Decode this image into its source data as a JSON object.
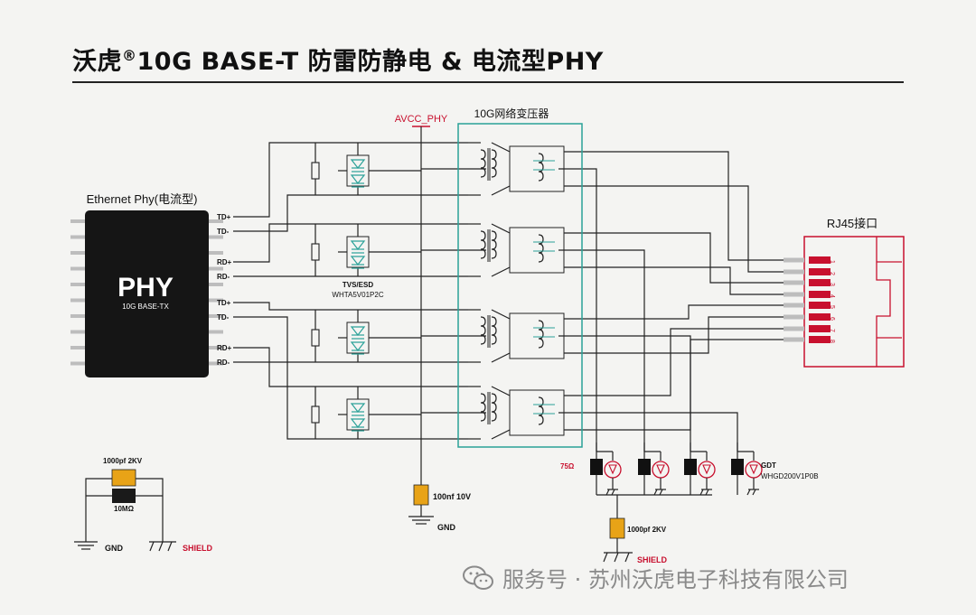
{
  "title": {
    "prefix": "沃虎",
    "reg": "®",
    "rest": "10G BASE-T 防雷防静电 & 电流型PHY"
  },
  "phy": {
    "heading": "Ethernet Phy(电流型)",
    "name": "PHY",
    "sub": "10G BASE-TX"
  },
  "pins": [
    "TD+",
    "TD-",
    "RD+",
    "RD-",
    "TD+",
    "TD-",
    "RD+",
    "RD-"
  ],
  "tvs": {
    "label": "TVS/ESD",
    "part": "WHTA5V01P2C"
  },
  "avcc": "AVCC_PHY",
  "transformer": "10G网络变压器",
  "rj45": {
    "label": "RJ45接口",
    "pins": [
      "1",
      "2",
      "3",
      "4",
      "5",
      "6",
      "7",
      "8"
    ]
  },
  "cap_bottom": {
    "value": "100nf 10V",
    "gnd": "GND"
  },
  "gdt": {
    "resistor": "75Ω",
    "label": "GDT",
    "part": "WHGD200V1P0B"
  },
  "cap_shield": {
    "value": "1000pf 2KV",
    "shield": "SHIELD"
  },
  "legend": {
    "cap": "1000pf 2KV",
    "res": "10MΩ",
    "gnd": "GND",
    "shield": "SHIELD"
  },
  "watermark": "服务号 · 苏州沃虎电子科技有限公司",
  "colors": {
    "accent": "#c8102e",
    "transformer": "#2aa198",
    "wire": "#222222"
  }
}
